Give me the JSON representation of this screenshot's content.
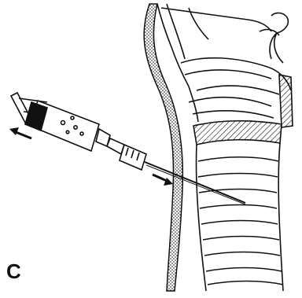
{
  "figure": {
    "panel_letter": "C",
    "ink_color": "#111111",
    "background": "#ffffff"
  },
  "elements": {
    "syringe": "syringe-icon",
    "needle": "needle-icon",
    "trachea": "trachea-illustration",
    "larynx": "larynx-illustration",
    "skin_layer": "neck-skin-layer",
    "arrow_plunger": "arrow-left-icon",
    "arrow_needle": "arrow-right-icon"
  }
}
